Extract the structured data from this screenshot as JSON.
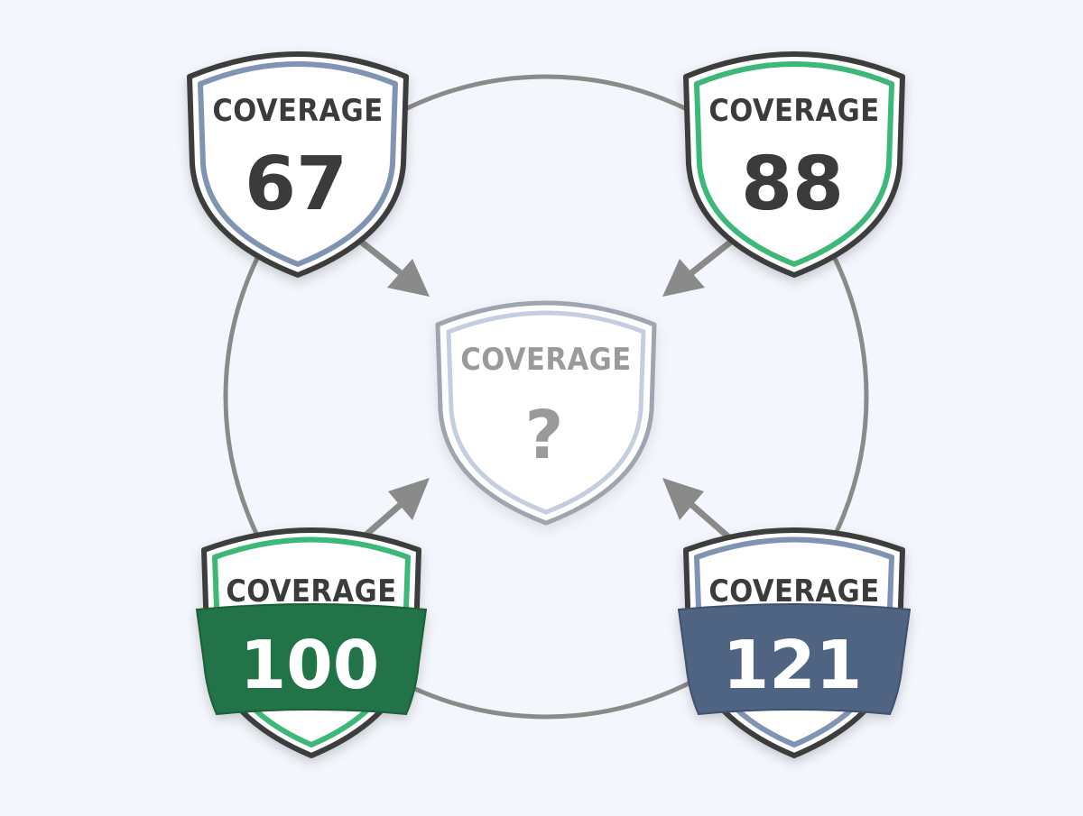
{
  "colors": {
    "background": "#f3f6fc",
    "circle": "#8a8a8a",
    "arrow": "#8a8a8a",
    "outline_dark": "#3d3d3d",
    "slate_trim": "#7f93b3",
    "green_trim": "#3cb878",
    "green_band": "#217346",
    "slate_band": "#4f6482",
    "center_outline": "#9ea5b0",
    "center_inner": "#c5cee0",
    "center_text": "#9a9a9a",
    "text_dark": "#3a3a3a",
    "text_light": "#ffffff"
  },
  "center_badge": {
    "label": "COVERAGE",
    "value": "?"
  },
  "badges": [
    {
      "id": "top-left",
      "label": "COVERAGE",
      "value": "67",
      "style": "plain",
      "trim": "slate"
    },
    {
      "id": "top-right",
      "label": "COVERAGE",
      "value": "88",
      "style": "plain",
      "trim": "green"
    },
    {
      "id": "bottom-left",
      "label": "COVERAGE",
      "value": "100",
      "style": "band",
      "trim": "green"
    },
    {
      "id": "bottom-right",
      "label": "COVERAGE",
      "value": "121",
      "style": "band",
      "trim": "slate"
    }
  ]
}
